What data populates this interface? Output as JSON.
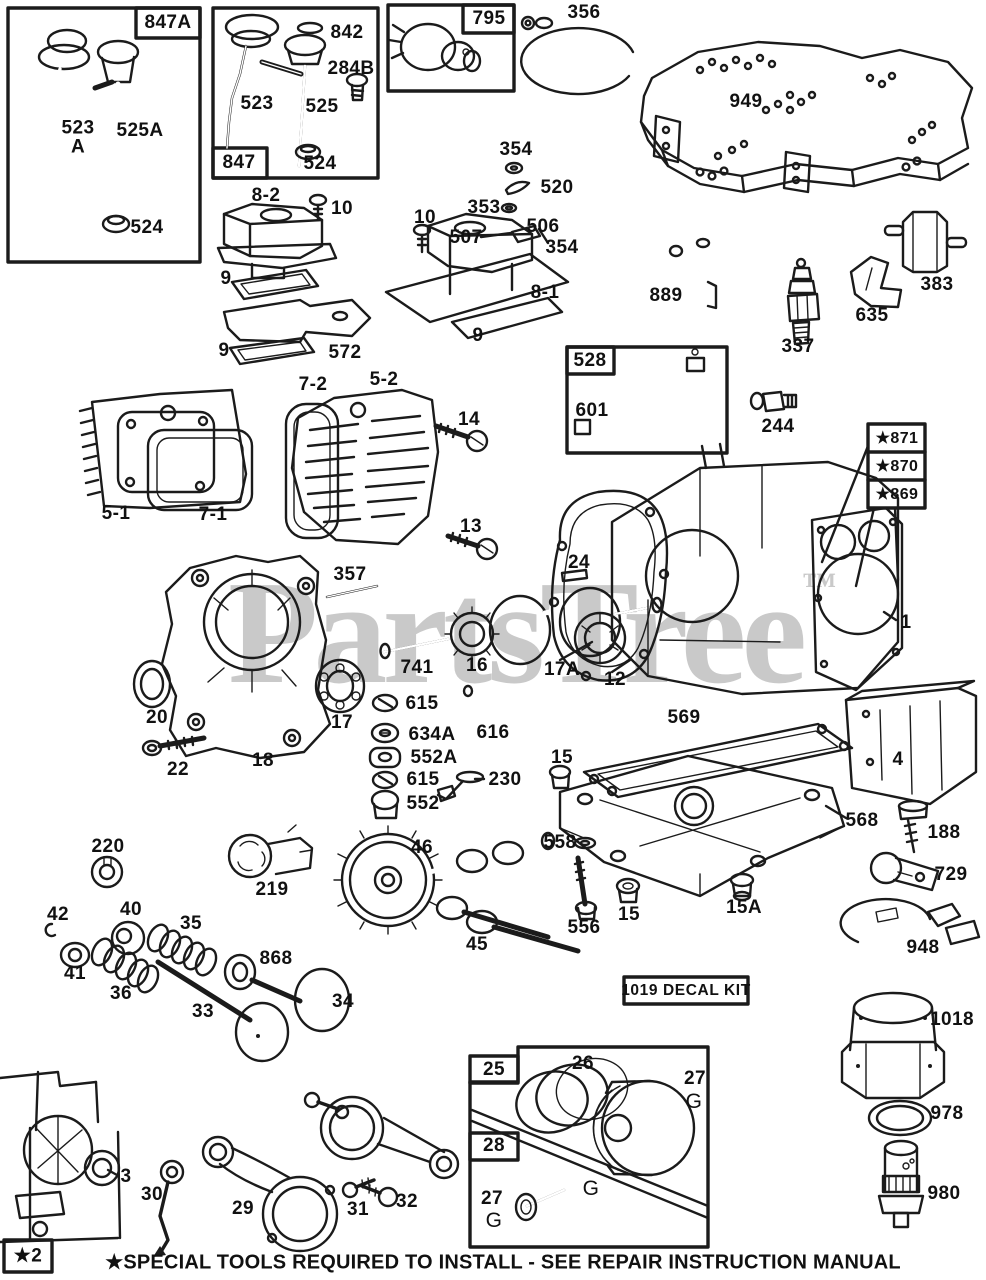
{
  "watermark": {
    "text": "PartsTree",
    "trademark": "™"
  },
  "footer": {
    "note": "★SPECIAL TOOLS REQUIRED TO INSTALL - SEE REPAIR INSTRUCTION MANUAL"
  },
  "group_boxes": {
    "b847A": "847A",
    "b847": "847",
    "b795": "795",
    "b528": "528",
    "b25": "25",
    "b28": "28",
    "special_tool_2": "★2",
    "decal_kit": "1019 DECAL KIT",
    "starred_stack": [
      "★871",
      "★870",
      "★869"
    ]
  },
  "part_labels": {
    "p523A": "523 A",
    "p525A": "525A",
    "p524_1": "524",
    "p842": "842",
    "p284B": "284B",
    "p523": "523",
    "p525": "525",
    "p524_2": "524",
    "p8_2": "8-2",
    "p10_1": "10",
    "p356": "356",
    "p949": "949",
    "p354_1": "354",
    "p520": "520",
    "p353": "353",
    "p506": "506",
    "p507": "507",
    "p354_2": "354",
    "p10_2": "10",
    "p8_1": "8-1",
    "p9_1": "9",
    "p9_2": "9",
    "p572": "572",
    "p9_3": "9",
    "p889": "889",
    "p337": "337",
    "p635": "635",
    "p383": "383",
    "p601": "601",
    "p244": "244",
    "p7_2": "7-2",
    "p5_2": "5-2",
    "p14": "14",
    "p5_1": "5-1",
    "p7_1": "7-1",
    "p13": "13",
    "p357": "357",
    "p741": "741",
    "p16": "16",
    "p17A": "17A",
    "p12": "12",
    "p24": "24",
    "p1": "1",
    "p20": "20",
    "p17": "17",
    "p22": "22",
    "p18": "18",
    "p615_1": "615",
    "p634A": "634A",
    "p552A": "552A",
    "p615_2": "615",
    "p552": "552",
    "p616": "616",
    "p230": "230",
    "p569": "569",
    "p568": "568",
    "p15_1": "15",
    "p558": "558",
    "p556": "556",
    "p15_2": "15",
    "p15A": "15A",
    "p4": "4",
    "p188": "188",
    "p729": "729",
    "p948": "948",
    "p220": "220",
    "p219": "219",
    "p46": "46",
    "p45": "45",
    "p42": "42",
    "p40": "40",
    "p35": "35",
    "p41": "41",
    "p36": "36",
    "p33": "33",
    "p868": "868",
    "p34": "34",
    "p1018": "1018",
    "p978": "978",
    "p980": "980",
    "p26": "26",
    "p27_1": "27",
    "p27_2": "27",
    "gA": "G",
    "gB": "G",
    "gC": "G",
    "p3": "3",
    "p30": "30",
    "p29": "29",
    "p31": "31",
    "p32": "32"
  },
  "colors": {
    "line": "#1b1b1b",
    "background": "#ffffff",
    "watermark": "#c9c9c9"
  }
}
